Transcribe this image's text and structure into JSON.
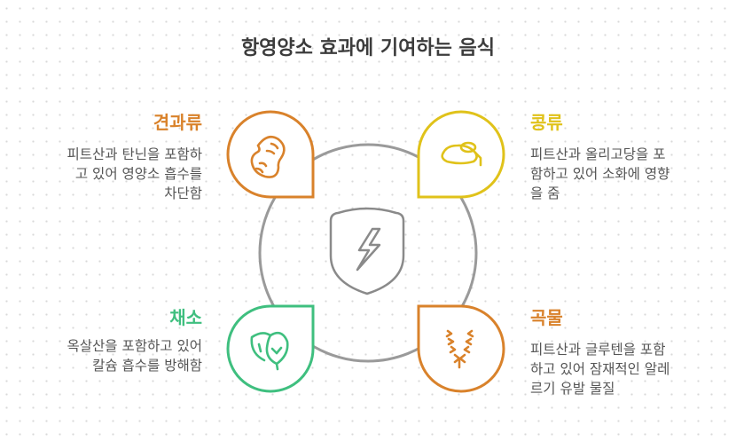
{
  "title": "항영양소 효과에 기여하는 음식",
  "center": {
    "icon": "shield-lightning-icon"
  },
  "items": [
    {
      "label": "견과류",
      "description": "피트산과 탄닌을 포함하고 있어 영양소 흡수를 차단함",
      "lines": [
        "피트산과 탄닌을 포함하",
        "고 있어 영양소 흡수를",
        "차단함"
      ],
      "icon": "peanut-icon",
      "color": "#d9822b"
    },
    {
      "label": "콩류",
      "description": "피트산과 올리고당을 포함하고 있어 소화에 영향을 줌",
      "lines": [
        "피트산과 올리고당을 포",
        "함하고 있어 소화에 영향",
        "을 줌"
      ],
      "icon": "beans-icon",
      "color": "#e0c21a"
    },
    {
      "label": "채소",
      "description": "옥살산을 포함하고 있어 칼슘 흡수를 방해함",
      "lines": [
        "옥살산을 포함하고 있어",
        "칼슘 흡수를 방해함"
      ],
      "icon": "leaves-icon",
      "color": "#3fbf7f"
    },
    {
      "label": "곡물",
      "description": "피트산과 글루텐을 포함하고 있어 잠재적인 알레르기 유발 물질",
      "lines": [
        "피트산과 글루텐을 포함",
        "하고 있어 잠재적인 알레",
        "르기 유발 물질"
      ],
      "icon": "wheat-icon",
      "color": "#d9822b"
    }
  ]
}
